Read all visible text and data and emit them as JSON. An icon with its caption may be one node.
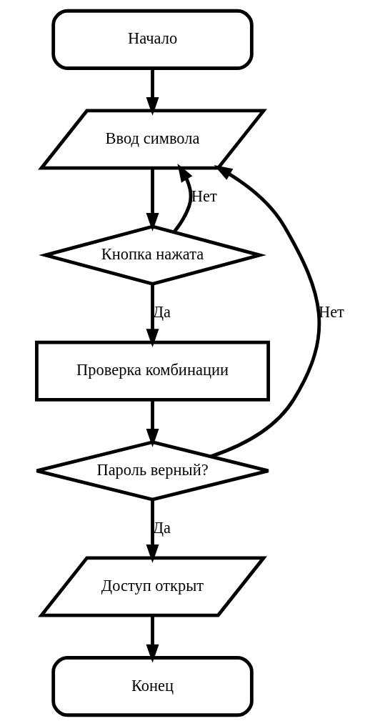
{
  "diagram": {
    "nodes": [
      {
        "text": [
          "Начало"
        ]
      },
      {
        "text": [
          "Ввод символа"
        ]
      },
      {
        "text": [
          "Кнопка нажата"
        ]
      },
      {
        "text": [
          "Проверка комбинации"
        ]
      },
      {
        "text": [
          "Пароль верный?"
        ]
      },
      {
        "text": [
          "Доступ открыт"
        ]
      },
      {
        "text": [
          "Конец"
        ]
      }
    ],
    "edges": [
      {
        "from": 0,
        "to": 1,
        "arrow": "to"
      },
      {
        "from": 1,
        "to": 2,
        "arrow": "to"
      },
      {
        "from": 2,
        "to": 1,
        "label": "Нет",
        "arrow": "to"
      },
      {
        "from": 2,
        "to": 3,
        "label": "Да",
        "arrow": "to"
      },
      {
        "from": 3,
        "to": 4,
        "arrow": "to"
      },
      {
        "from": 4,
        "to": 1,
        "label": "Нет",
        "arrow": "to"
      },
      {
        "from": 4,
        "to": 5,
        "label": "Да",
        "arrow": "to"
      },
      {
        "from": 5,
        "to": 6,
        "arrow": "to"
      }
    ]
  }
}
